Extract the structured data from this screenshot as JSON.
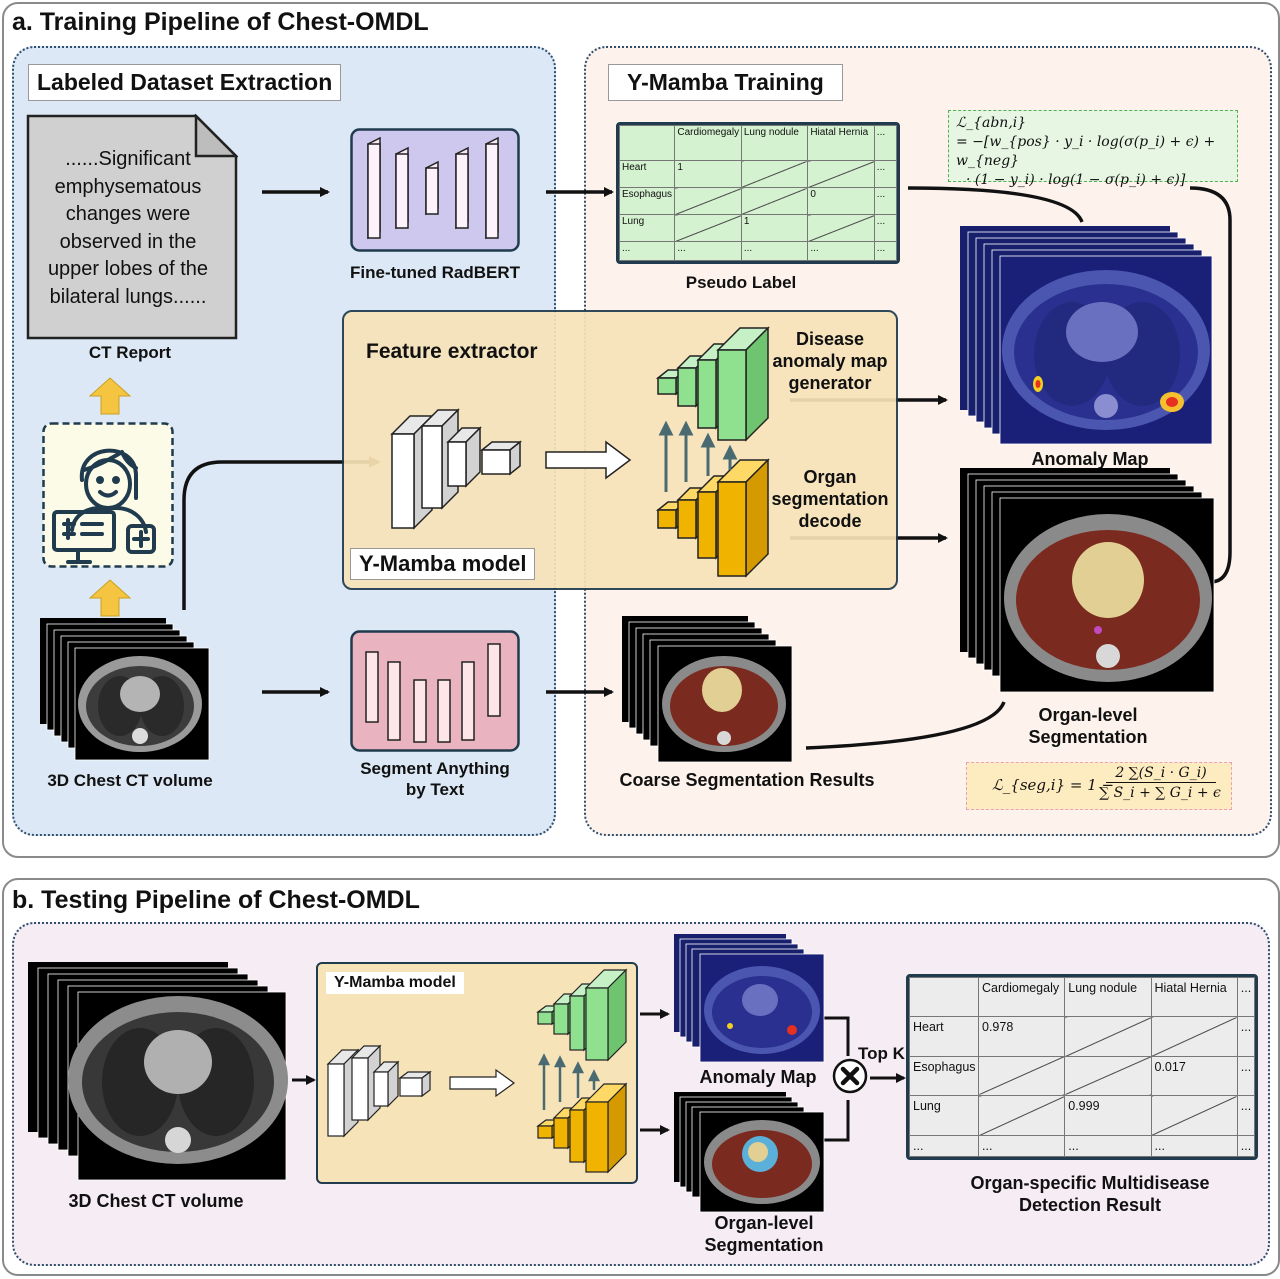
{
  "panel_a": {
    "title": "a. Training Pipeline of Chest-OMDL",
    "labeled_section": "Labeled Dataset Extraction",
    "training_section": "Y-Mamba Training",
    "report_lines": [
      "......Significant",
      "emphysematous",
      "changes were",
      "observed in the",
      "upper lobes of the",
      "bilateral lungs......"
    ],
    "ct_report": "CT Report",
    "radbert": "Fine-tuned RadBERT",
    "pseudo_label": "Pseudo Label",
    "feature_extractor": "Feature extractor",
    "ymamba_model": "Y-Mamba model",
    "disease_gen": [
      "Disease",
      "anomaly map",
      "generator"
    ],
    "organ_dec": [
      "Organ",
      "segmentation",
      "decode"
    ],
    "anomaly_map": "Anomaly Map",
    "organ_level": [
      "Organ-level",
      "Segmentation"
    ],
    "ct_volume": "3D Chest CT volume",
    "sat": [
      "Segment Anything",
      "by Text"
    ],
    "coarse": "Coarse Segmentation Results",
    "pseudo_table": {
      "headers": [
        "",
        "Cardiomegaly",
        "Lung nodule",
        "Hiatal Hernia",
        "..."
      ],
      "rows": [
        [
          "Heart",
          "1",
          "",
          "",
          "..."
        ],
        [
          "Esophagus",
          "",
          "",
          "0",
          "..."
        ],
        [
          "Lung",
          "",
          "1",
          "",
          "..."
        ],
        [
          "...",
          "...",
          "...",
          "...",
          "..."
        ]
      ]
    },
    "loss_abn": [
      "ℒ_{abn,i}",
      "= −[w_{pos} · y_i · log(σ(p_i) + ϵ) + w_{neg}",
      "· (1 − y_i) · log(1 − σ(p_i) + ϵ)]"
    ],
    "loss_seg": [
      "ℒ_{seg,i} = 1 −",
      "2 ∑(S_i · G_i)",
      "∑ S_i + ∑ G_i + ϵ"
    ]
  },
  "panel_b": {
    "title": "b. Testing Pipeline of Chest-OMDL",
    "ymamba_model": "Y-Mamba model",
    "anomaly_map": "Anomaly Map",
    "organ_level": [
      "Organ-level",
      "Segmentation"
    ],
    "ct_volume": "3D Chest CT volume",
    "top_k": "Top K",
    "result": [
      "Organ-specific Multidisease",
      "Detection Result"
    ],
    "result_table": {
      "headers": [
        "",
        "Cardiomegaly",
        "Lung nodule",
        "Hiatal Hernia",
        "..."
      ],
      "rows": [
        [
          "Heart",
          "0.978",
          "",
          "",
          "..."
        ],
        [
          "Esophagus",
          "",
          "",
          "0.017",
          "..."
        ],
        [
          "Lung",
          "",
          "0.999",
          "",
          "..."
        ],
        [
          "...",
          "...",
          "...",
          "...",
          "..."
        ]
      ]
    }
  },
  "colors": {
    "left_bg": "#dce8f5",
    "right_bg": "#fdf2ec",
    "model_bg": "#f7e3b8",
    "bottom_bg": "#f6ecf4",
    "radbert": "#cfc8ee",
    "sat": "#e9b3bf",
    "green": "#8fe08f",
    "orange": "#f0b400",
    "table_green": "#d4f2cf",
    "formula_green": "#e6f6e3",
    "formula_yellow": "#fdecc0",
    "arrow_yellow": "#f5c542"
  },
  "icons": [
    "document-icon",
    "doctor-computer-icon",
    "multiply-circle-icon",
    "up-arrow-icon"
  ]
}
